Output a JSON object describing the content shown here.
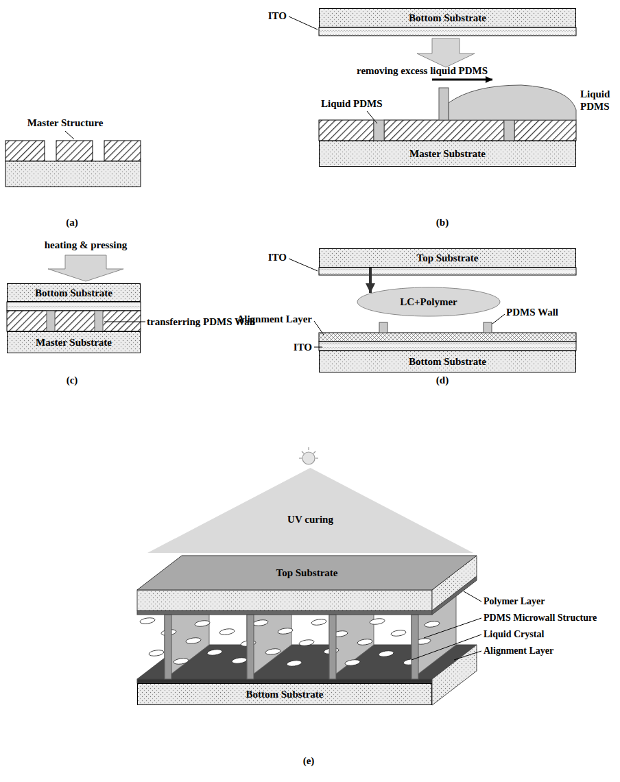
{
  "diagram": {
    "nodes": [
      {
        "text": [
          "Bottom Substrate"
        ]
      },
      {
        "text": [
          "Master Substrate"
        ]
      },
      {
        "text": [
          "Bottom Substrate"
        ]
      },
      {
        "text": [
          "Master Substrate"
        ]
      },
      {
        "text": [
          "Top Substrate"
        ]
      },
      {
        "text": [
          "LC+Polymer"
        ]
      },
      {
        "text": [
          "Bottom Substrate"
        ]
      },
      {
        "text": [
          "UV curing"
        ]
      },
      {
        "text": [
          "Top Substrate"
        ]
      },
      {
        "text": [
          "Bottom Substrate"
        ]
      }
    ],
    "edges": [
      {
        "from": 4,
        "to": 5,
        "arrow": "to"
      }
    ],
    "labels": [
      "Master Structure",
      "(a)",
      "ITO",
      "removing excess liquid PDMS",
      "Liquid PDMS",
      "Liquid PDMS",
      "(b)",
      "heating & pressing",
      "transferring PDMS Wall",
      "(c)",
      "ITO",
      "Alignment Layer",
      "PDMS Wall",
      "ITO",
      "(d)",
      "Polymer Layer",
      "PDMS Microwall Structure",
      "Liquid Crystal",
      "Alignment Layer",
      "(e)"
    ]
  }
}
